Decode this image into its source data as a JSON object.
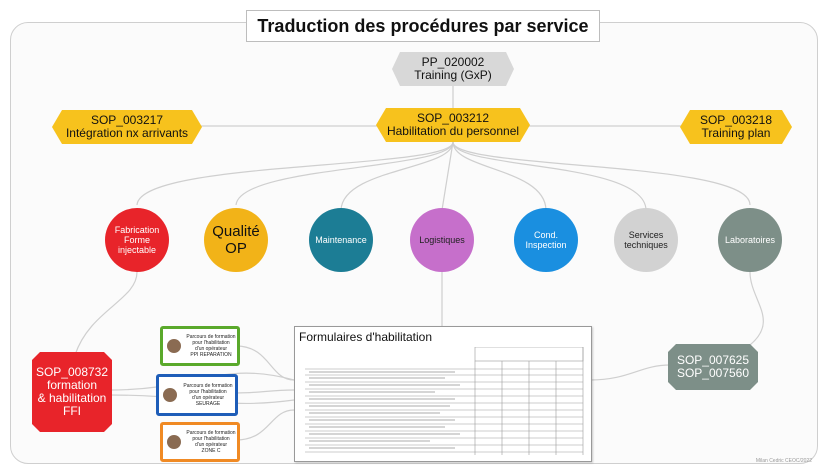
{
  "title": "Traduction des procédures par service",
  "nodes": {
    "pp": {
      "line1": "PP_020002",
      "line2": "Training (GxP)"
    },
    "sop_left": {
      "line1": "SOP_003217",
      "line2": "Intégration nx arrivants"
    },
    "sop_center": {
      "line1": "SOP_003212",
      "line2": "Habilitation du personnel"
    },
    "sop_right": {
      "line1": "SOP_003218",
      "line2": "Training plan"
    },
    "sop_red": {
      "line1": "SOP_008732",
      "line2": "formation",
      "line3": "& habilitation",
      "line4": "FFI"
    },
    "sop_slate": {
      "line1": "SOP_007625",
      "line2": "SOP_007560"
    }
  },
  "services": [
    {
      "label1": "Fabrication",
      "label2": "Forme",
      "label3": "injectable",
      "color": "#e8242a"
    },
    {
      "label1": "Qualité",
      "label2": "OP",
      "label3": "",
      "color": "#f2b318"
    },
    {
      "label1": "Maintenance",
      "label2": "",
      "label3": "",
      "color": "#1c7d95"
    },
    {
      "label1": "Logistiques",
      "label2": "",
      "label3": "",
      "color": "#c66fcb"
    },
    {
      "label1": "Cond.",
      "label2": "Inspection",
      "label3": "",
      "color": "#1a8fe0"
    },
    {
      "label1": "Services",
      "label2": "techniques",
      "label3": "",
      "color": "#d2d2d2"
    },
    {
      "label1": "Laboratoires",
      "label2": "",
      "label3": "",
      "color": "#7d8f88"
    }
  ],
  "cards": [
    {
      "text1": "Parcours de formation",
      "text2": "pour l'habilitation",
      "text3": "d'un opérateur",
      "text4": "PPI REPARATION",
      "border": "#5aa92b"
    },
    {
      "text1": "Parcours de formation",
      "text2": "pour l'habilitation",
      "text3": "d'un opérateur",
      "text4": "SEURAGE",
      "border": "#1e5db8"
    },
    {
      "text1": "Parcours de formation",
      "text2": "pour l'habilitation",
      "text3": "d'un opérateur",
      "text4": "ZONE C",
      "border": "#f08a24"
    }
  ],
  "forms_title": "Formulaires d'habilitation",
  "credit": "Milan Cedric CEOC/2022"
}
